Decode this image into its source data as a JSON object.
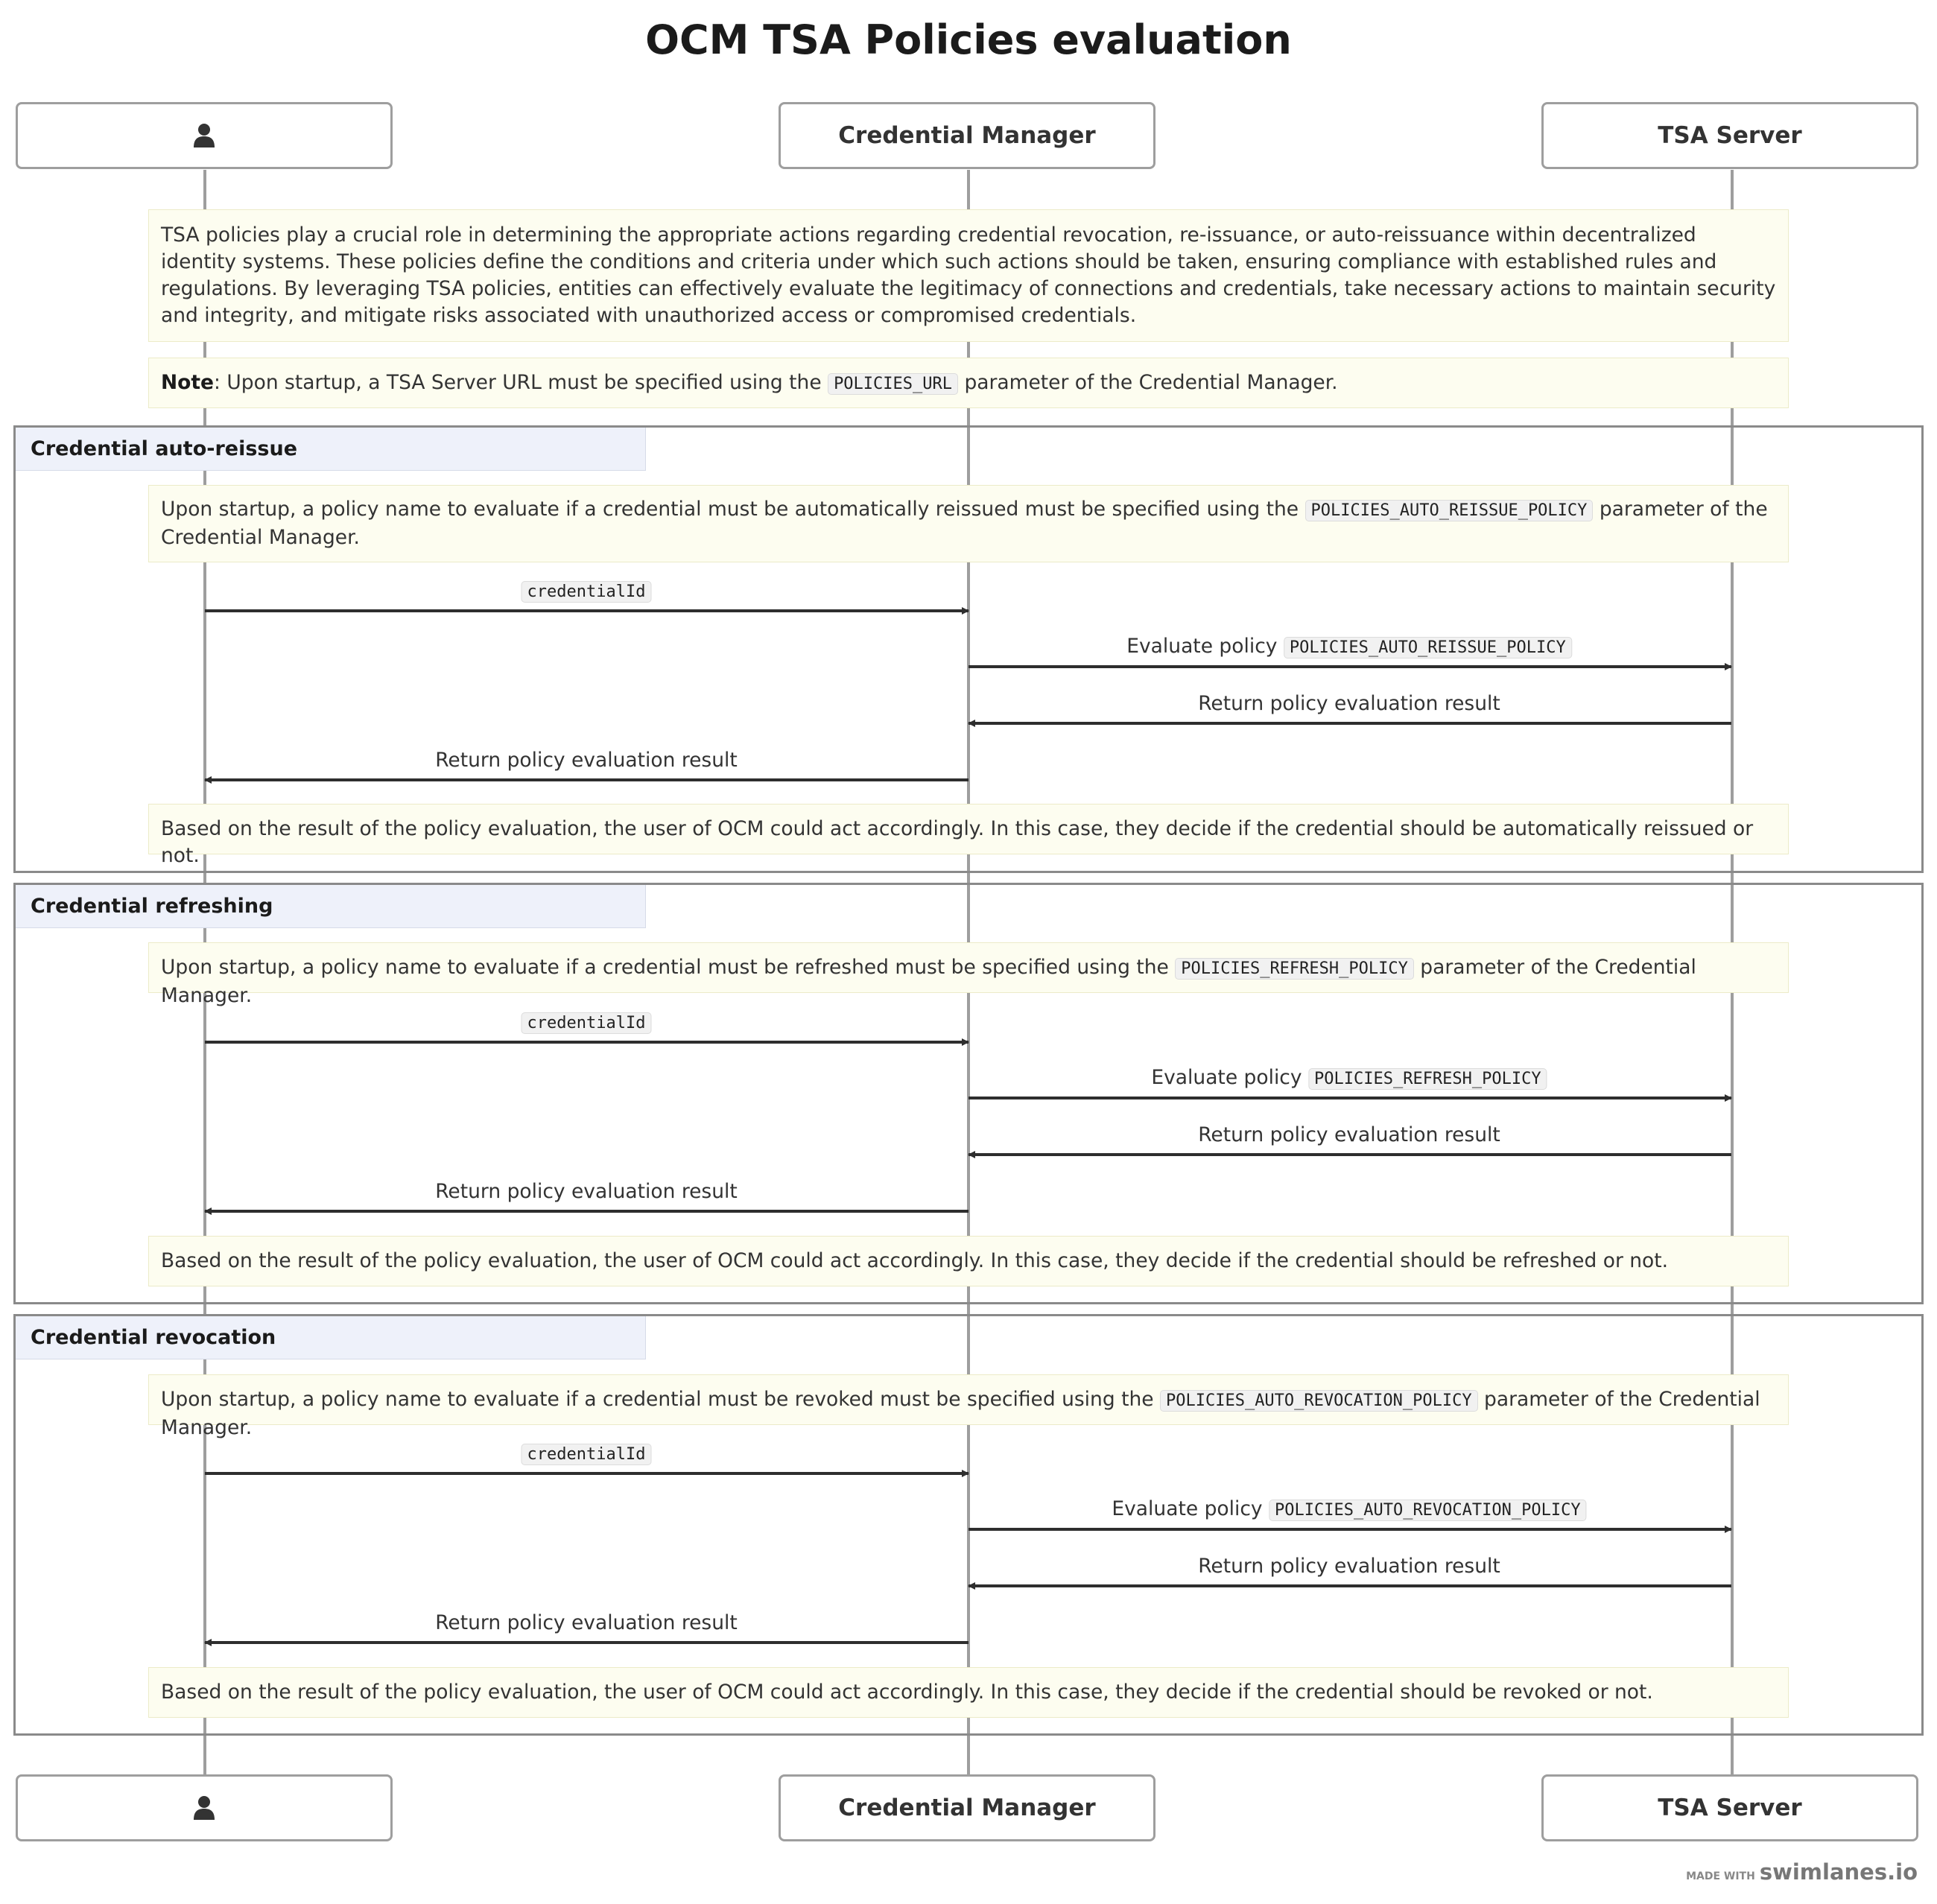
{
  "title": "OCM TSA Policies evaluation",
  "participants": {
    "user": "user-icon",
    "manager": "Credential Manager",
    "server": "TSA Server"
  },
  "intro_note": "TSA policies play a crucial role in determining the appropriate actions regarding credential revocation, re-issuance, or auto-reissuance within decentralized identity systems. These policies define the conditions and criteria under which such actions should be taken, ensuring compliance with established rules and regulations. By leveraging TSA policies, entities can effectively evaluate the legitimacy of connections and credentials, take necessary actions to maintain security and integrity, and mitigate risks associated with unauthorized access or compromised credentials.",
  "startup_note": {
    "bold": "Note",
    "before": ": Upon startup, a TSA Server URL must be specified using the ",
    "code": "POLICIES_URL",
    "after": " parameter of the Credential Manager."
  },
  "sections": [
    {
      "label": "Credential auto-reissue",
      "note": {
        "before": "Upon startup, a policy name to evaluate if a credential must be automatically reissued must be specified using the ",
        "code": "POLICIES_AUTO_REISSUE_POLICY",
        "after": " parameter of the Credential Manager."
      },
      "messages": {
        "request_code": "credentialId",
        "evaluate_text": "Evaluate policy ",
        "evaluate_code": "POLICIES_AUTO_REISSUE_POLICY",
        "server_return": "Return policy evaluation result",
        "manager_return": "Return policy evaluation result"
      },
      "result_note": "Based on the result of the policy evaluation, the user of OCM could act accordingly. In this case, they decide if the credential should be automatically reissued or not."
    },
    {
      "label": "Credential refreshing",
      "note": {
        "before": "Upon startup, a policy name to evaluate if a credential must be refreshed must be specified using the ",
        "code": "POLICIES_REFRESH_POLICY",
        "after": " parameter of the Credential Manager."
      },
      "messages": {
        "request_code": "credentialId",
        "evaluate_text": "Evaluate policy ",
        "evaluate_code": "POLICIES_REFRESH_POLICY",
        "server_return": "Return policy evaluation result",
        "manager_return": "Return policy evaluation result"
      },
      "result_note": "Based on the result of the policy evaluation, the user of OCM could act accordingly. In this case, they decide if the credential should be refreshed or not."
    },
    {
      "label": "Credential revocation",
      "note": {
        "before": "Upon startup, a policy name to evaluate if a credential must be revoked must be specified using the ",
        "code": "POLICIES_AUTO_REVOCATION_POLICY",
        "after": " parameter of the Credential Manager."
      },
      "messages": {
        "request_code": "credentialId",
        "evaluate_text": "Evaluate policy ",
        "evaluate_code": "POLICIES_AUTO_REVOCATION_POLICY",
        "server_return": "Return policy evaluation result",
        "manager_return": "Return policy evaluation result"
      },
      "result_note": "Based on the result of the policy evaluation, the user of OCM could act accordingly. In this case, they decide if the credential should be revoked or not."
    }
  ],
  "footer": {
    "made_with": "MADE WITH",
    "brand": "swimlanes.io"
  }
}
